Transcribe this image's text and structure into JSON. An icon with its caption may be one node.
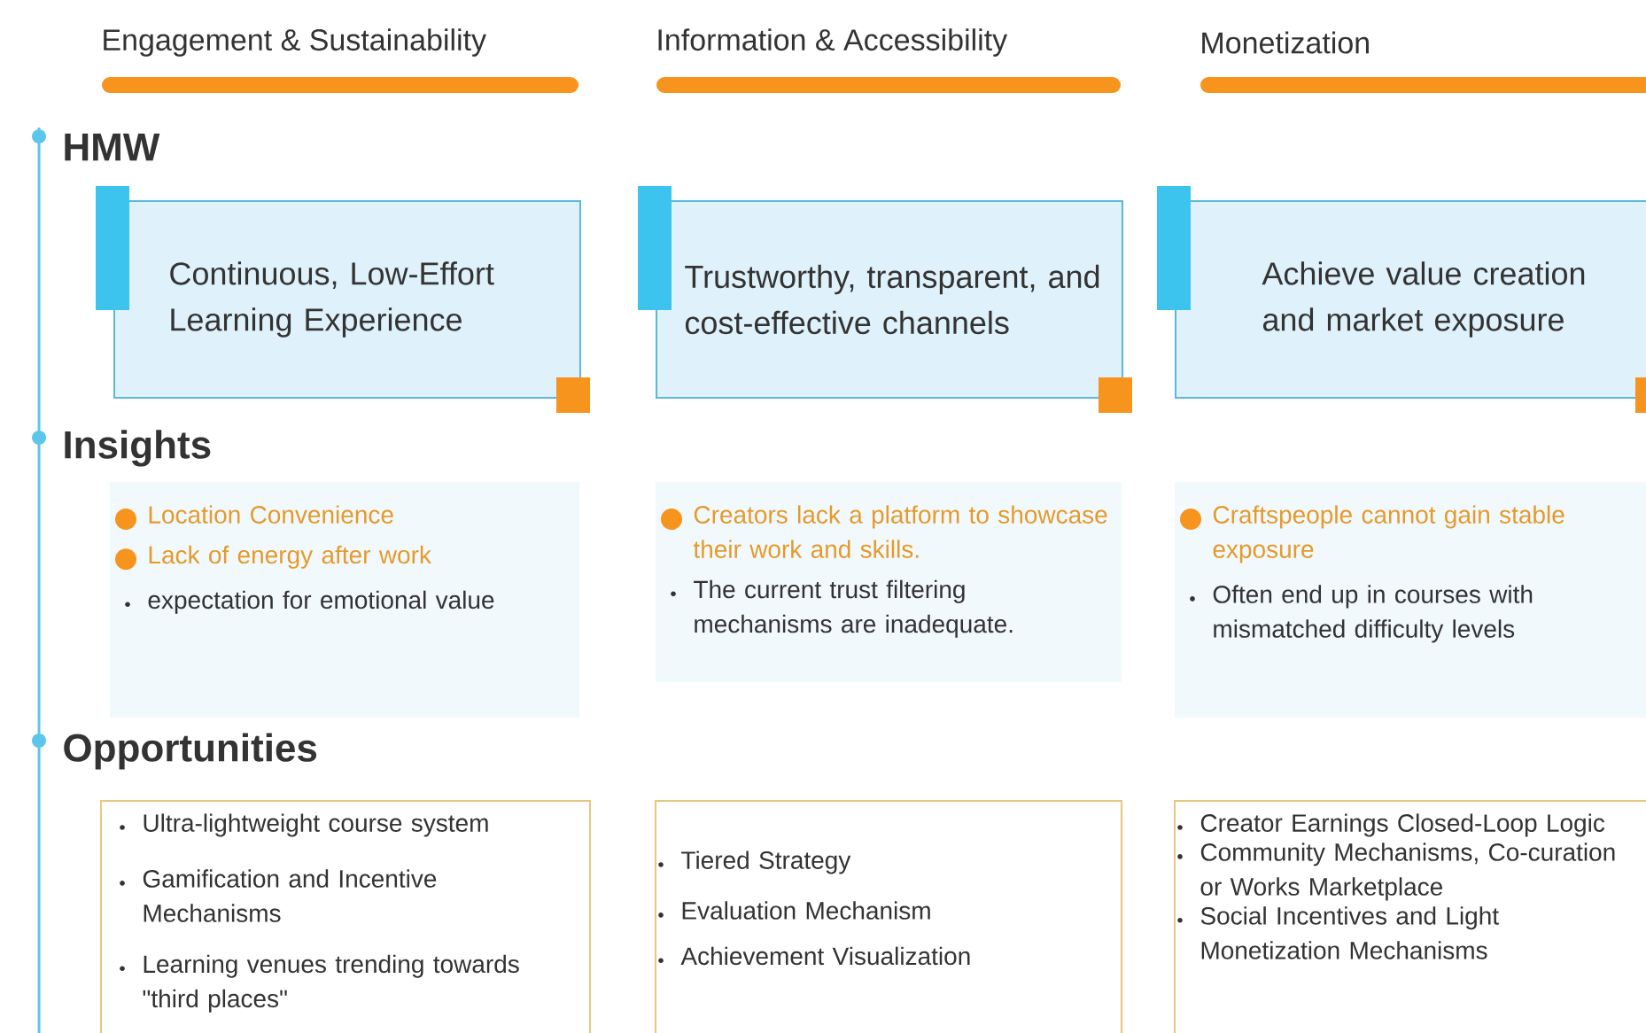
{
  "diagram": {
    "nodes": [
      {
        "text": [
          "Continuous, Low-Effort Learning Experience"
        ]
      },
      {
        "text": [
          "Trustworthy, transparent, and cost-effective channels"
        ]
      },
      {
        "text": [
          "Achieve value creation and market exposure"
        ]
      },
      {
        "text": [
          "Location Convenience",
          "Lack of energy after work",
          "expectation for emotional value"
        ]
      },
      {
        "text": [
          "Creators lack a platform to showcase their work and skills.",
          "The current trust filtering mechanisms are inadequate."
        ]
      },
      {
        "text": [
          "Craftspeople cannot gain stable exposure",
          "Often end up in courses with mismatched difficulty levels"
        ]
      },
      {
        "text": [
          "Ultra-lightweight course system",
          "Gamification and Incentive Mechanisms",
          "Learning venues trending towards \"third places\""
        ]
      },
      {
        "text": [
          "Tiered Strategy",
          "Evaluation Mechanism",
          "Achievement Visualization"
        ]
      },
      {
        "text": [
          "Creator Earnings Closed-Loop Logic",
          "Community Mechanisms, Co-curation or Works Marketplace",
          "Social Incentives and Light Monetization Mechanisms"
        ]
      }
    ],
    "labels": [
      "Engagement & Sustainability",
      "Information & Accessibility",
      "Monetization",
      "HMW",
      "Insights",
      "Opportunities"
    ]
  }
}
